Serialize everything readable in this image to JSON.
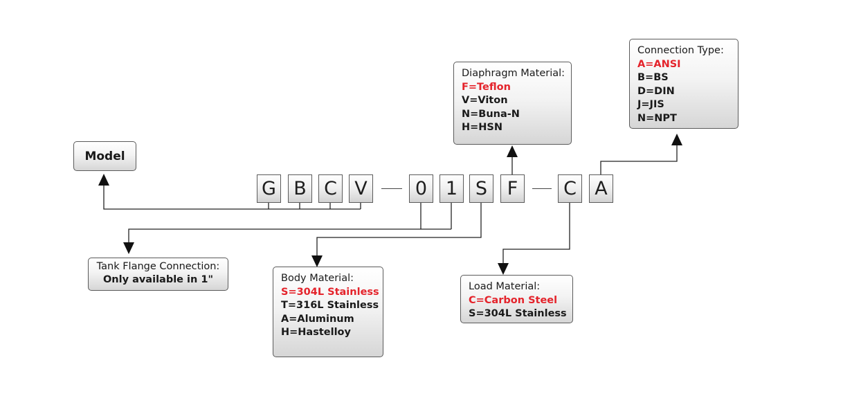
{
  "model": {
    "label": "Model"
  },
  "code": {
    "segments": [
      "G",
      "B",
      "C",
      "V",
      "0",
      "1",
      "S",
      "F",
      "C",
      "A"
    ]
  },
  "tank_flange": {
    "title": "Tank Flange Connection:",
    "note": "Only available in 1\""
  },
  "body_material": {
    "title": "Body Material:",
    "options": [
      "S=304L Stainless",
      "T=316L Stainless",
      "A=Aluminum",
      "H=Hastelloy"
    ],
    "selected": "S=304L Stainless"
  },
  "diaphragm_material": {
    "title": "Diaphragm Material:",
    "options": [
      "F=Teflon",
      "V=Viton",
      "N=Buna-N",
      "H=HSN"
    ],
    "selected": "F=Teflon"
  },
  "load_material": {
    "title": "Load Material:",
    "options": [
      "C=Carbon Steel",
      "S=304L Stainless"
    ],
    "selected": "C=Carbon Steel"
  },
  "connection_type": {
    "title": "Connection Type:",
    "options": [
      "A=ANSI",
      "B=BS",
      "D=DIN",
      "J=JIS",
      "N=NPT"
    ],
    "selected": "A=ANSI"
  },
  "colors": {
    "selected": "#e4232b",
    "text": "#1a1a1a",
    "line": "#222222"
  }
}
